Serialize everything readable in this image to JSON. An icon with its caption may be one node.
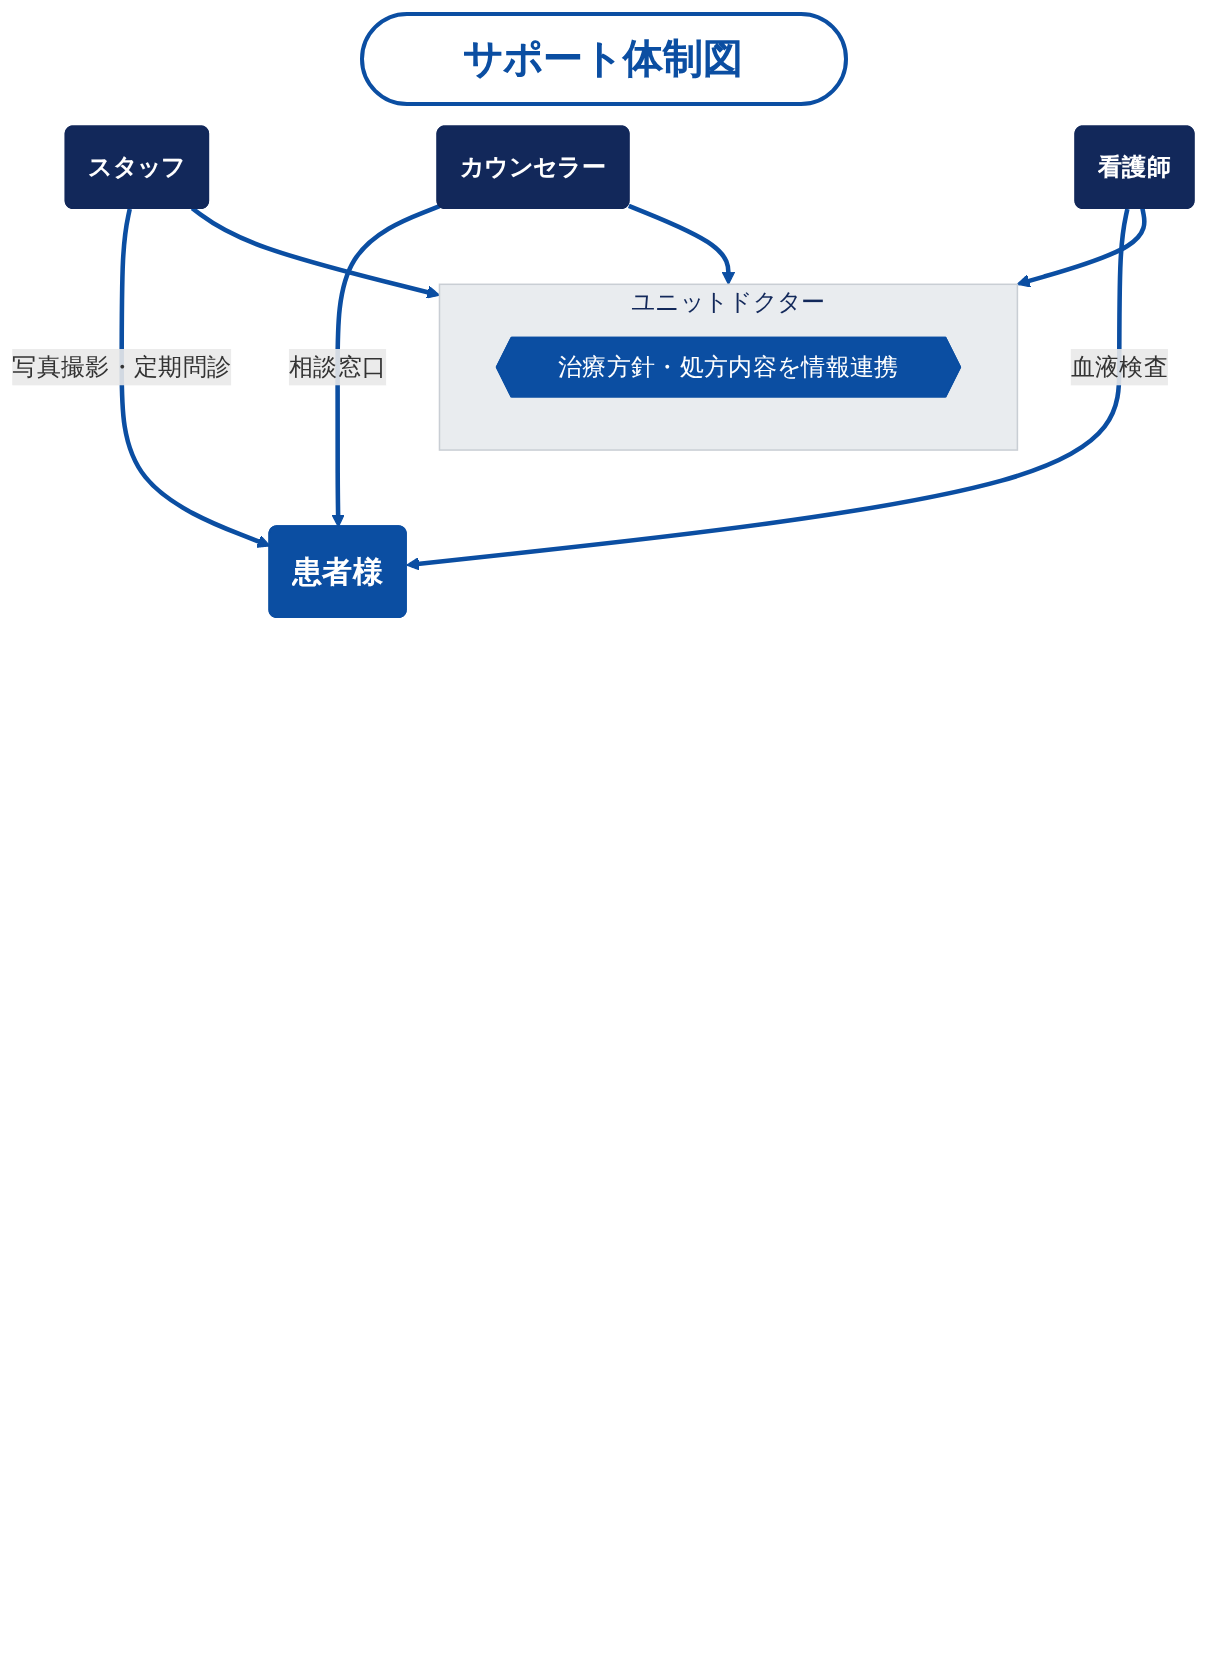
{
  "diagram": {
    "title": "サポート体制図",
    "nodes": [
      {
        "text": [
          "患者様"
        ]
      },
      {
        "text": [
          "スタッフ"
        ]
      },
      {
        "text": [
          "カウンセラー"
        ]
      },
      {
        "text": [
          "看護師"
        ]
      },
      {
        "text": [
          "ユニットドクター"
        ]
      },
      {
        "text": [
          "治療方針・処方内容を情報連携"
        ],
        "in": 4
      }
    ],
    "edges": [
      {
        "from": 1,
        "to": 0,
        "arrow": "to",
        "label": "写真撮影・定期問診"
      },
      {
        "from": 2,
        "to": 0,
        "arrow": "to",
        "label": "相談窓口"
      },
      {
        "from": 3,
        "to": 0,
        "arrow": "to",
        "label": "血液検査"
      },
      {
        "from": 1,
        "to": 4,
        "arrow": "to"
      },
      {
        "from": 2,
        "to": 4,
        "arrow": "to"
      },
      {
        "from": 3,
        "to": 4,
        "arrow": "to"
      }
    ]
  }
}
